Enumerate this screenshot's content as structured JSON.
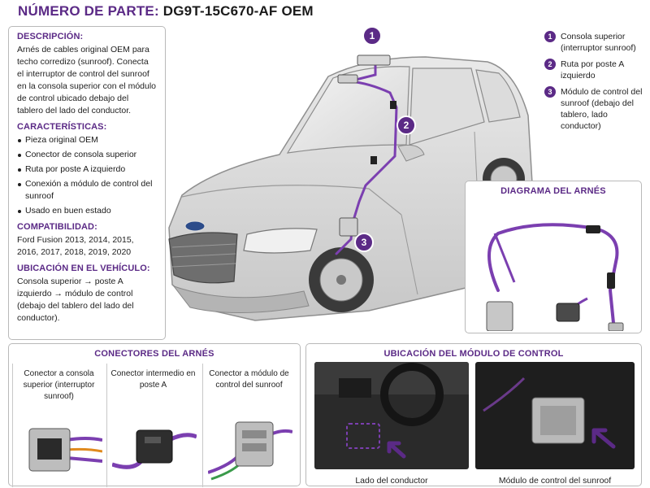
{
  "header": {
    "label": "NÚMERO DE PARTE:",
    "part_number": "DG9T-15C670-AF OEM"
  },
  "description": {
    "title": "DESCRIPCIÓN:",
    "text": "Arnés de cables original OEM para techo corredizo (sunroof). Conecta el interruptor de control del sunroof en la consola superior con el módulo de control ubicado debajo del tablero del lado del conductor."
  },
  "features": {
    "title": "CARACTERÍSTICAS:",
    "items": [
      "Pieza original OEM",
      "Conector de consola superior",
      "Ruta por poste A izquierdo",
      "Conexión a módulo de control del sunroof",
      "Usado en buen estado"
    ]
  },
  "compatibility": {
    "title": "COMPATIBILIDAD:",
    "text": "Ford Fusion 2013, 2014, 2015, 2016, 2017, 2018, 2019, 2020"
  },
  "location": {
    "title": "UBICACIÓN EN EL VEHÍCULO:",
    "text": "Consola superior → poste A izquierdo → módulo de control (debajo del tablero del lado del conductor)."
  },
  "legend": [
    {
      "num": "1",
      "text": "Consola superior (interruptor sunroof)"
    },
    {
      "num": "2",
      "text": "Ruta por poste A izquierdo"
    },
    {
      "num": "3",
      "text": "Módulo de control del sunroof (debajo del tablero, lado conductor)"
    }
  ],
  "diagram": {
    "title": "DIAGRAMA DEL ARNÉS"
  },
  "connectors": {
    "title": "CONECTORES DEL ARNÉS",
    "items": [
      {
        "label": "Conector a consola superior (interruptor sunroof)"
      },
      {
        "label": "Conector intermedio en poste A"
      },
      {
        "label": "Conector a módulo de control del sunroof"
      }
    ]
  },
  "module_location": {
    "title": "UBICACIÓN DEL MÓDULO DE CONTROL",
    "captions": [
      "Lado del conductor",
      "Módulo de control del sunroof"
    ]
  },
  "colors": {
    "accent": "#5b2a86",
    "wire": "#7b3fb0",
    "border": "#b9b9b9"
  }
}
